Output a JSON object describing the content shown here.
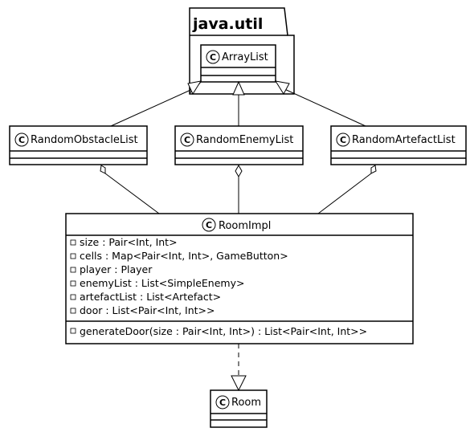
{
  "package": {
    "name": "java.util"
  },
  "stereotype_letter": "C",
  "classes": {
    "arraylist": {
      "name": "ArrayList"
    },
    "random_obstacle_list": {
      "name": "RandomObstacleList"
    },
    "random_enemy_list": {
      "name": "RandomEnemyList"
    },
    "random_artefact_list": {
      "name": "RandomArtefactList"
    },
    "room_impl": {
      "name": "RoomImpl",
      "fields": [
        "size : Pair<Int, Int>",
        "cells : Map<Pair<Int, Int>, GameButton>",
        "player : Player",
        "enemyList : List<SimpleEnemy>",
        "artefactList : List<Artefact>",
        "door : List<Pair<Int, Int>>"
      ],
      "methods": [
        "generateDoor(size : Pair<Int, Int>) : List<Pair<Int, Int>>"
      ]
    },
    "room": {
      "name": "Room"
    }
  },
  "relations": [
    {
      "type": "inheritance",
      "from": "RandomObstacleList",
      "to": "ArrayList"
    },
    {
      "type": "inheritance",
      "from": "RandomEnemyList",
      "to": "ArrayList"
    },
    {
      "type": "inheritance",
      "from": "RandomArtefactList",
      "to": "ArrayList"
    },
    {
      "type": "aggregation",
      "from": "RoomImpl",
      "to": "RandomObstacleList"
    },
    {
      "type": "aggregation",
      "from": "RoomImpl",
      "to": "RandomEnemyList"
    },
    {
      "type": "aggregation",
      "from": "RoomImpl",
      "to": "RandomArtefactList"
    },
    {
      "type": "realization",
      "from": "RoomImpl",
      "to": "Room"
    }
  ]
}
